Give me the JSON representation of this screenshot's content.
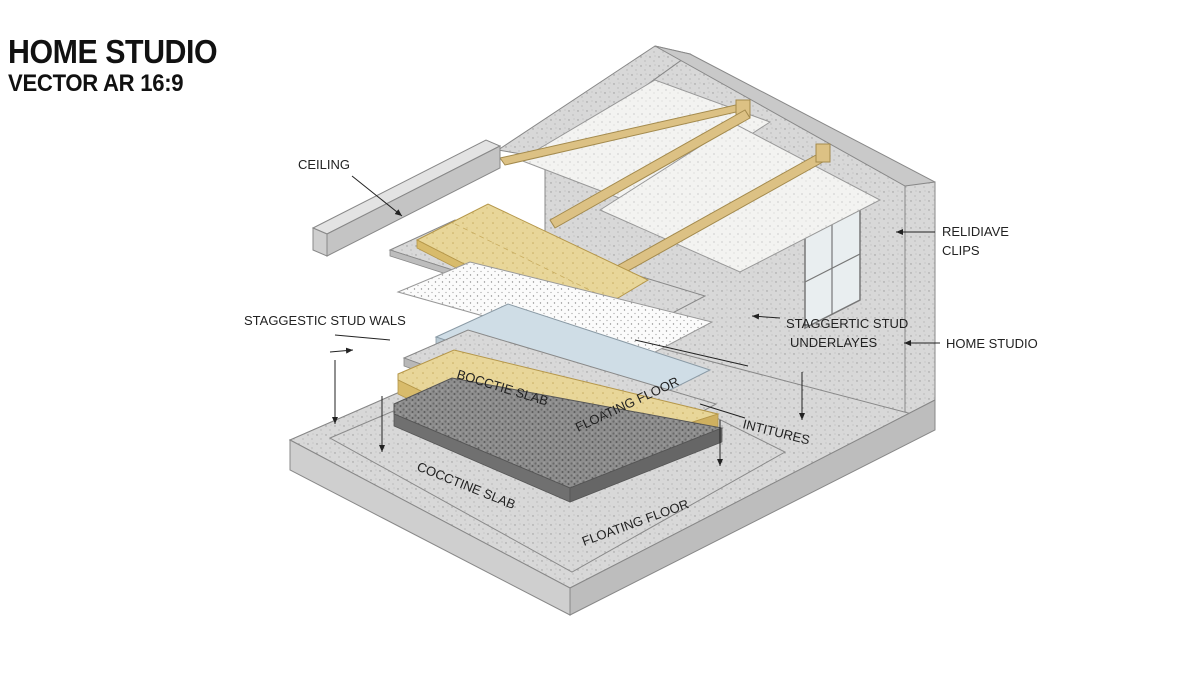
{
  "title": {
    "line1": "HOME STUDIO",
    "line2": "VECTOR AR 16:9"
  },
  "labels": {
    "ceiling": "CEILING",
    "resilient_clips_line1": "RELIDIAVE",
    "resilient_clips_line2": "CLIPS",
    "stud_walls_left": "STAGGESTIC STUD WALS",
    "stud_underlayes_line1": "STAGGERTIC STUD",
    "stud_underlayes_line2": "UNDERLAYES",
    "home_studio": "HOME STUDIO",
    "interior_concrete_slab": "BOCCTIE SLAB",
    "interior_floating_floor": "FLOATING FLOOR",
    "intitures": "INTITURES",
    "base_concrete_slab": "COCCTINE SLAB",
    "base_floating_floor": "FLOATING FLOOR"
  },
  "colors": {
    "concrete": "#d6d6d6",
    "concrete_dark": "#b9b9b9",
    "osb": "#e9d79a",
    "osb_edge": "#c9ab57",
    "speckled_panel": "#f2f2f2",
    "insulation_blue": "#cfdde6",
    "gravel": "#8d8d8d",
    "joist": "#dcc184"
  }
}
